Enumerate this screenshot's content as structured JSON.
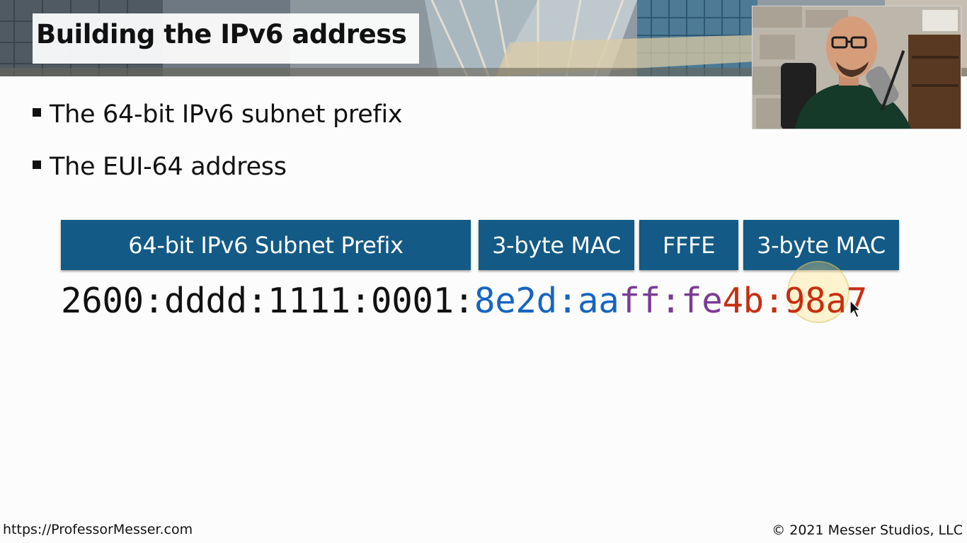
{
  "slide": {
    "title": "Building the IPv6 address",
    "bullets": [
      "The 64-bit IPv6 subnet prefix",
      "The EUI-64 address"
    ],
    "segments": [
      "64-bit IPv6 Subnet Prefix",
      "3-byte MAC",
      "FFFE",
      "3-byte MAC"
    ],
    "address": {
      "prefix": "2600:dddd:1111:0001:",
      "mac_first": "8e2d:aa",
      "fffe": "ff:fe",
      "mac_last": "4b:98a7"
    },
    "footer_url": "https://ProfessorMesser.com",
    "copyright": "© 2021 Messer Studios, LLC"
  },
  "colors": {
    "segment_fill": "#135a86",
    "address_prefix": "#111111",
    "address_mac_first": "#1565c0",
    "address_fffe": "#7b3a96",
    "address_mac_last": "#c62e10"
  }
}
